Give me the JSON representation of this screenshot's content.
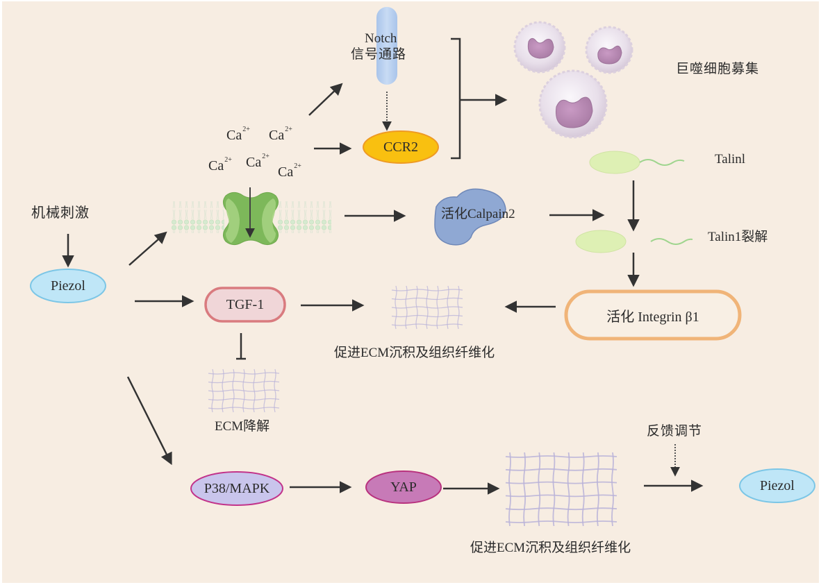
{
  "diagram": {
    "colors": {
      "background": "#f7ede2",
      "arrow": "#333333",
      "piezo_fill": "#bfe6f7",
      "piezo_stroke": "#7cc6e6",
      "ccr2_fill": "#f9c010",
      "ccr2_stroke": "#ee9a24",
      "tgf_fill": "#f0d6d8",
      "tgf_stroke": "#d97b7f",
      "calpain_fill": "#8fa8d3",
      "integrin_stroke": "#f0b478",
      "p38_fill": "#c9c5ec",
      "p38_stroke": "#c2338a",
      "yap_fill": "#c77ab7",
      "yap_stroke": "#b8327e",
      "talin_fill": "#def0b4",
      "talin_tail": "#9fd58e",
      "channel_green": "#7db85a",
      "membrane": "#cfe5c9",
      "notch": "#b8d0ee",
      "macrophage_body": "#ebe2ec",
      "macrophage_nucleus": "#b98bb5",
      "ecm_mesh": "#b8b2d8"
    },
    "labels": {
      "mechanical_stimulus": "机械刺激",
      "piezo1_source": "Piezol",
      "notch_line1": "Notch",
      "notch_line2": "信号通路",
      "ccr2": "CCR2",
      "macrophage_recruitment": "巨噬细胞募集",
      "talin1": "Talinl",
      "talin1_cleavage": "Talin1裂解",
      "calpain2": "活化Calpain2",
      "tgf1": "TGF-1",
      "integrin": "活化 Integrin β1",
      "ecm_deposition_1": "促进ECM沉积及组织纤维化",
      "ecm_degradation": "ECM降解",
      "p38_mapk": "P38/MAPK",
      "yap": "YAP",
      "feedback": "反馈调节",
      "piezo1_target": "Piezol",
      "ecm_deposition_2": "促进ECM沉积及组织纤维化"
    },
    "calcium_ions": [
      {
        "symbol": "Ca",
        "charge": "2+"
      },
      {
        "symbol": "Ca",
        "charge": "2+"
      },
      {
        "symbol": "Ca",
        "charge": "2+"
      },
      {
        "symbol": "Ca",
        "charge": "2+"
      },
      {
        "symbol": "Ca",
        "charge": "2+"
      }
    ],
    "edges": [
      {
        "from": "mechanical_stimulus",
        "to": "piezo1_source",
        "type": "activation"
      },
      {
        "from": "piezo1_source",
        "to": "ion_channel",
        "type": "activation"
      },
      {
        "from": "piezo1_source",
        "to": "tgf1",
        "type": "activation"
      },
      {
        "from": "piezo1_source",
        "to": "p38_mapk",
        "type": "activation"
      },
      {
        "from": "calcium",
        "to": "notch",
        "type": "activation"
      },
      {
        "from": "calcium",
        "to": "ccr2",
        "type": "activation"
      },
      {
        "from": "notch",
        "to": "ccr2",
        "type": "dashed-activation"
      },
      {
        "from": "notch+ccr2",
        "to": "macrophage_recruitment",
        "type": "bracket-activation"
      },
      {
        "from": "ion_channel",
        "to": "calpain2",
        "type": "activation"
      },
      {
        "from": "calpain2",
        "to": "talin1_cleavage",
        "type": "activation"
      },
      {
        "from": "talin1",
        "to": "talin1_cleavage",
        "type": "activation"
      },
      {
        "from": "talin1_cleavage",
        "to": "integrin",
        "type": "activation"
      },
      {
        "from": "integrin",
        "to": "ecm_deposition_1",
        "type": "activation"
      },
      {
        "from": "tgf1",
        "to": "ecm_deposition_1",
        "type": "activation"
      },
      {
        "from": "tgf1",
        "to": "ecm_degradation",
        "type": "inhibition"
      },
      {
        "from": "p38_mapk",
        "to": "yap",
        "type": "activation"
      },
      {
        "from": "yap",
        "to": "ecm_deposition_2",
        "type": "activation"
      },
      {
        "from": "ecm_deposition_2",
        "to": "piezo1_target",
        "type": "activation"
      },
      {
        "from": "feedback",
        "to": "ecm_to_piezo_arrow",
        "type": "dashed-activation"
      }
    ]
  }
}
